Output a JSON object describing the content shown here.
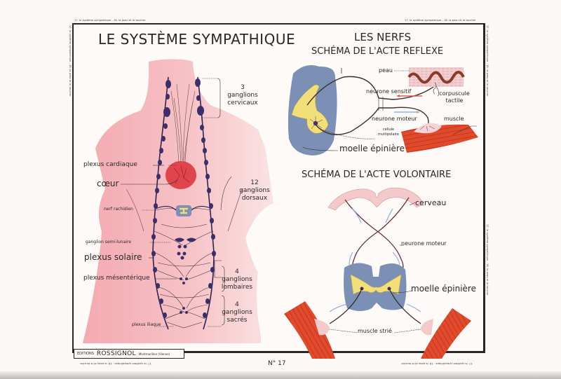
{
  "header": {
    "left_running_title": "17. le système sympathique - 18. la peau et le toucher",
    "right_running_title": "17. le système sympathique - 18. la peau et le toucher"
  },
  "left_panel": {
    "title": "LE SYSTÈME SYMPATHIQUE",
    "labels": {
      "ganglions_cervicaux_count": "3",
      "ganglions_cervicaux": "ganglions",
      "ganglions_cervicaux_2": "cervicaux",
      "plexus_cardiaque": "plexus cardiaque",
      "coeur": "cœur",
      "ganglions_dorsaux_count": "12",
      "ganglions_dorsaux": "ganglions",
      "ganglions_dorsaux_2": "dorsaux",
      "nerf_rachidien": "nerf rachidien",
      "ganglion_semi_lunaire": "ganglion semi-lunaire",
      "plexus_solaire": "plexus solaire",
      "plexus_mesenterique": "plexus mésentérique",
      "ganglions_lombaires_count": "4",
      "ganglions_lombaires": "ganglions",
      "ganglions_lombaires_2": "lombaires",
      "ganglions_sacres_count": "4",
      "ganglions_sacres": "ganglions",
      "ganglions_sacres_2": "sacrés",
      "plexus_iliaque": "plexus iliaque"
    }
  },
  "right_panel": {
    "title": "LES NERFS",
    "reflex": {
      "title": "SCHÉMA DE L'ACTE REFLEXE",
      "labels": {
        "peau": "peau",
        "neurone_sensitif": "neurone sensitif",
        "corpuscule": "corpuscule",
        "tactile": "tactile",
        "neurone_moteur": "neurone moteur",
        "muscle": "muscle",
        "cellule": "cellule",
        "multipolaire": "multipolaire",
        "moelle_epiniere": "moelle épinière"
      }
    },
    "voluntary": {
      "title": "SCHÉMA DE L'ACTE VOLONTAIRE",
      "labels": {
        "cerveau": "cerveau",
        "neurone_moteur": "neurone moteur",
        "moelle_epiniere": "moelle épinière",
        "muscle_strie": "muscle strié"
      }
    }
  },
  "footer": {
    "publisher_prefix": "EDITIONS",
    "publisher": "ROSSIGNOL",
    "publisher_location": "Montmorillon (Vienne)",
    "plate_number": "N° 17"
  },
  "colors": {
    "skin": "#f4b7bb",
    "skin_light": "#f9d6d6",
    "ganglion": "#3b2f6b",
    "heart": "#e2474d",
    "spinal_cord_blue": "#7d8fb3",
    "grey_matter_yellow": "#f3e07a",
    "muscle_red": "#e0482a",
    "skin_brown": "#8a3b2a",
    "brain_pink": "#f4c9cc",
    "arrow_blue": "#8fb3e0",
    "arrow_red": "#e05a5a",
    "ink": "#2b2727"
  }
}
